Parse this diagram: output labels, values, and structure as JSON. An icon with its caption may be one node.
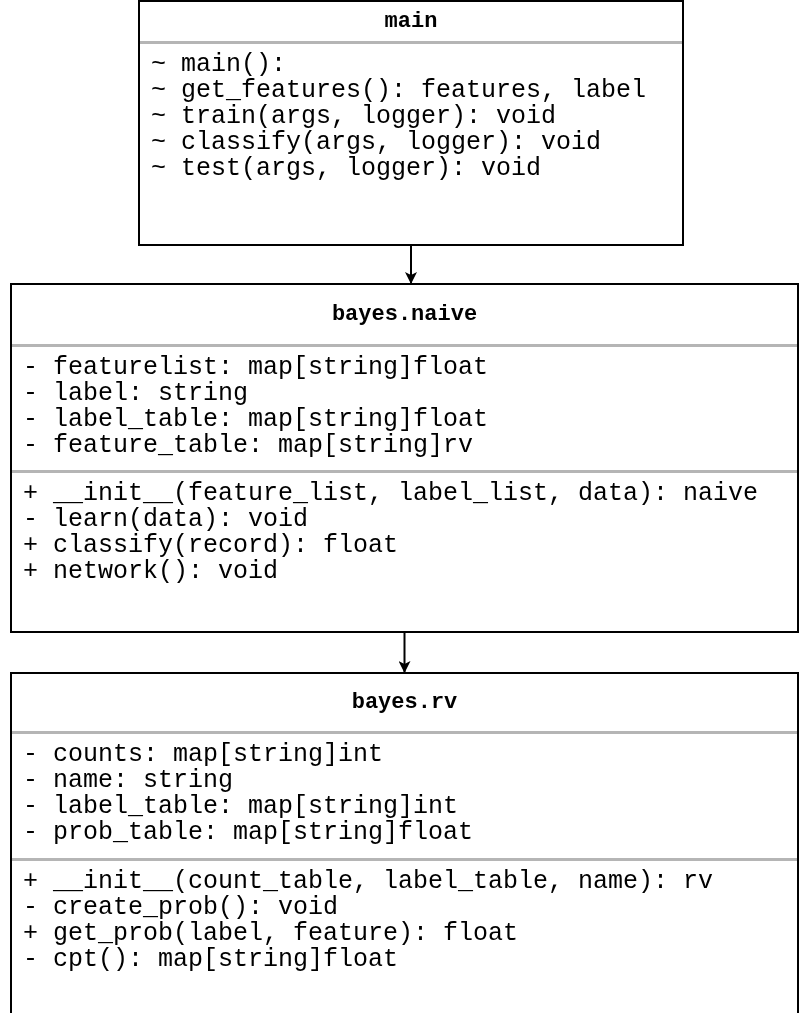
{
  "diagram": {
    "nodes": [
      {
        "text": [
          "main"
        ]
      },
      {
        "text": [
          "~ main():",
          "~ get_features(): features, label",
          "~ train(args, logger): void",
          "~ classify(args, logger): void",
          "~ test(args, logger): void"
        ],
        "in": 0
      },
      {
        "text": [
          "bayes.naive"
        ]
      },
      {
        "text": [
          "- featurelist: map[string]float",
          "- label: string",
          "- label_table: map[string]float",
          "- feature_table: map[string]rv"
        ],
        "in": 2
      },
      {
        "text": [
          "+ __init__(feature_list, label_list, data): naive",
          "- learn(data): void",
          "+ classify(record): float",
          "+ network(): void"
        ],
        "in": 2
      },
      {
        "text": [
          "bayes.rv"
        ]
      },
      {
        "text": [
          "- counts: map[string]int",
          "- name: string",
          "- label_table: map[string]int",
          "- prob_table: map[string]float"
        ],
        "in": 5
      },
      {
        "text": [
          "+ __init__(count_table, label_table, name): rv",
          "- create_prob(): void",
          "+ get_prob(label, feature): float",
          "- cpt(): map[string]float"
        ],
        "in": 5
      }
    ],
    "edges": [
      {
        "from": 0,
        "to": 2,
        "arrow": "to"
      },
      {
        "from": 2,
        "to": 5,
        "arrow": "to"
      }
    ]
  }
}
